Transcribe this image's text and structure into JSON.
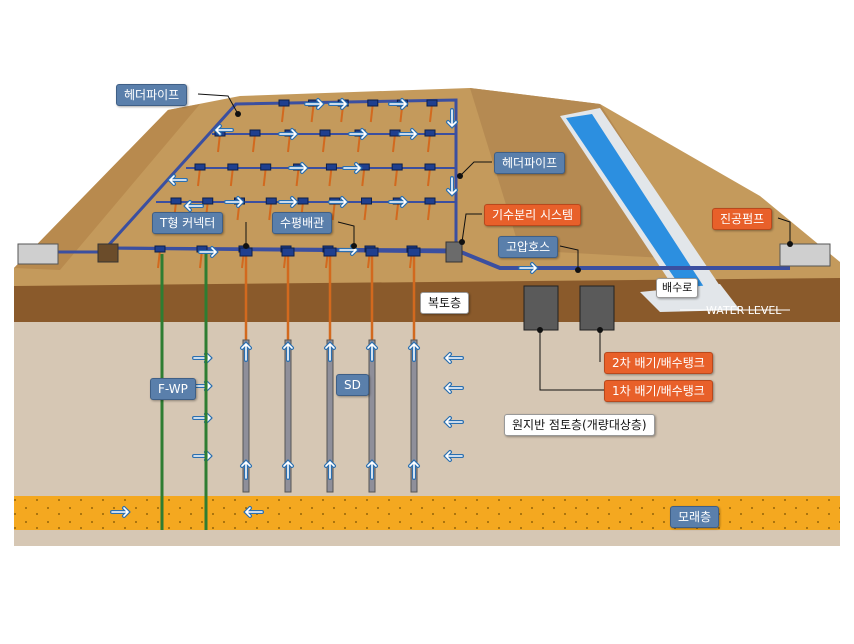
{
  "labels": {
    "header_pipe_left": "헤더파이프",
    "header_pipe_right": "헤더파이프",
    "t_connector": "T형 커넥터",
    "horizontal_pipe": "수평배관",
    "separator_system": "기수분리 시스템",
    "vacuum_pump": "진공펌프",
    "high_pressure_hose": "고압호스",
    "drain_channel": "배수로",
    "water_level": "WATER LEVEL",
    "cover_layer": "복토층",
    "tank_2": "2차 배기/배수탱크",
    "tank_1": "1차 배기/배수탱크",
    "fwp": "F-WP",
    "sd": "SD",
    "soft_clay": "원지반 점토층(개량대상층)",
    "sand_layer": "모래층"
  },
  "colors": {
    "surface": "#c49a5c",
    "cover_soil": "#8a5a2b",
    "clay": "#d6c7b4",
    "sand": "#f4a820",
    "header_pipe": "#3b4fa0",
    "vertical_drain": "#d2691e",
    "fwp_pipe": "#2e7d32",
    "channel_water": "#2c8fe0",
    "label_blue": "#5a7fab",
    "label_orange": "#e8602a"
  }
}
